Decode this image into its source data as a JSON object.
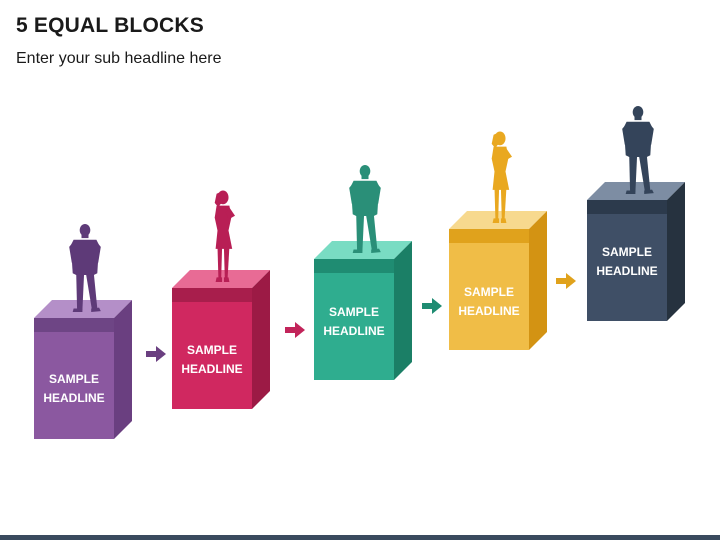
{
  "title": "5 EQUAL BLOCKS",
  "subtitle": "Enter your sub headline here",
  "blocks": [
    {
      "line1": "SAMPLE",
      "line2": "HEADLINE",
      "front": "#8b58a0",
      "top": "#b48fc8",
      "band": "#6e4585",
      "side": "#6a3f80",
      "figure": "#5e3a78",
      "figure_kind": "man"
    },
    {
      "line1": "SAMPLE",
      "line2": "HEADLINE",
      "front": "#d02860",
      "top": "#e86b95",
      "band": "#a81e4c",
      "side": "#9c1a45",
      "figure": "#b81f55",
      "figure_kind": "woman"
    },
    {
      "line1": "SAMPLE",
      "line2": "HEADLINE",
      "front": "#2fad8f",
      "top": "#79dcc3",
      "band": "#1f8c72",
      "side": "#1b7f66",
      "figure": "#2a8f78",
      "figure_kind": "man"
    },
    {
      "line1": "SAMPLE",
      "line2": "HEADLINE",
      "front": "#f0bd47",
      "top": "#f7d98e",
      "band": "#e0a21c",
      "side": "#d39313",
      "figure": "#e9a820",
      "figure_kind": "woman"
    },
    {
      "line1": "SAMPLE",
      "line2": "HEADLINE",
      "front": "#3f4f66",
      "top": "#7d8da3",
      "band": "#2c3a4c",
      "side": "#26323f",
      "figure": "#34445a",
      "figure_kind": "man"
    }
  ],
  "arrows": [
    {
      "color": "#6a3f80"
    },
    {
      "color": "#c2245a"
    },
    {
      "color": "#1f8c72"
    },
    {
      "color": "#e0a21c"
    }
  ]
}
